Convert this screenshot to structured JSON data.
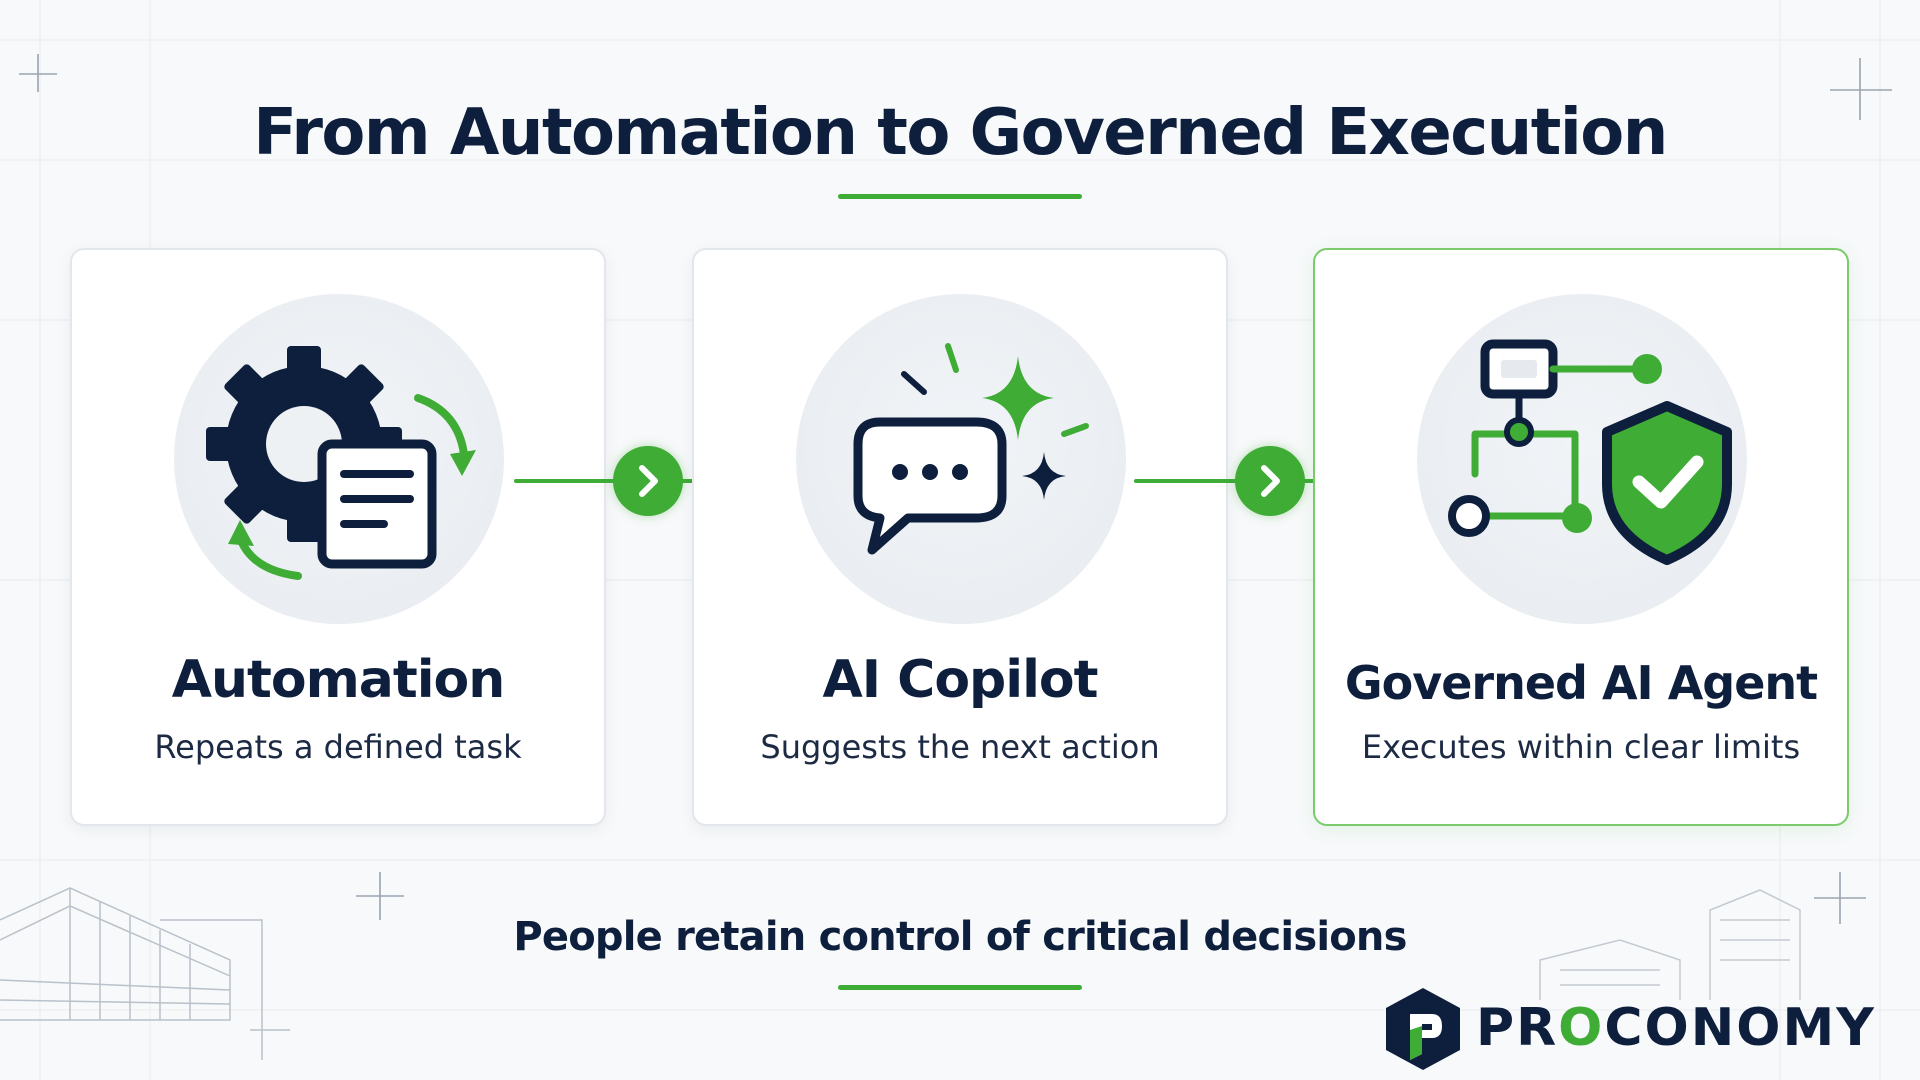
{
  "title": "From Automation to Governed Execution",
  "colors": {
    "navy": "#0d1f3c",
    "green": "#3fac35",
    "card_border": "#e3e7eb",
    "highlight_border": "#7acb6c"
  },
  "stages": [
    {
      "title": "Automation",
      "subtitle": "Repeats a defined task",
      "icon": "gear-document-cycle-icon"
    },
    {
      "title": "AI Copilot",
      "subtitle": "Suggests the next action",
      "icon": "chat-sparkle-icon"
    },
    {
      "title": "Governed AI Agent",
      "subtitle": "Executes within clear limits",
      "icon": "workflow-shield-check-icon",
      "highlighted": true
    }
  ],
  "connector_icon": "chevron-right-icon",
  "footer": "People retain control of critical decisions",
  "brand": {
    "name_part1": "PR",
    "name_o": "O",
    "name_part2": "CONOMY",
    "logo_icon": "proconomy-hexagon-logo"
  }
}
